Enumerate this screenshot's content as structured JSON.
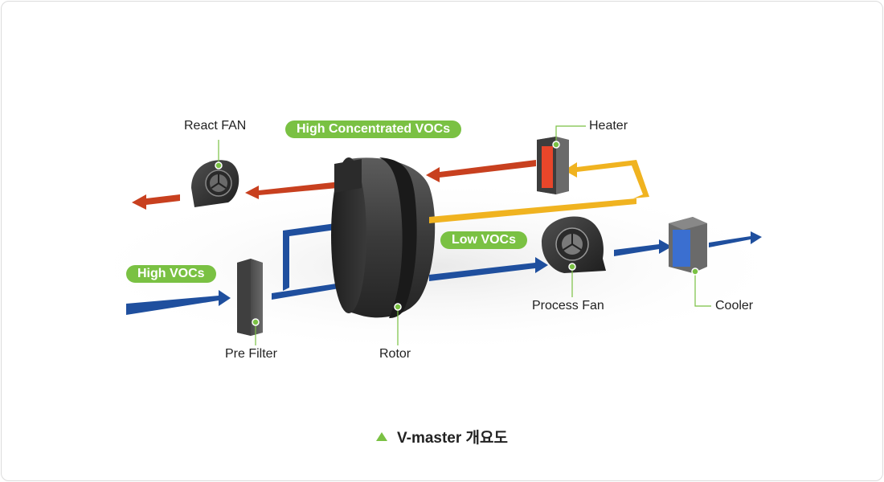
{
  "pills": {
    "high_concentrated": "High Concentrated VOCs",
    "low_vocs": "Low VOCs",
    "high_vocs": "High VOCs"
  },
  "labels": {
    "react_fan": "React FAN",
    "heater": "Heater",
    "process_fan": "Process Fan",
    "cooler": "Cooler",
    "pre_filter": "Pre Filter",
    "rotor": "Rotor"
  },
  "caption": "V-master 개요도",
  "colors": {
    "accent": "#7ac143",
    "process_air": "#1f4f9e",
    "exhaust_air": "#c8401f",
    "regen_air": "#f0b320",
    "heater": "#e8462a",
    "cooler": "#3b6fd0"
  }
}
